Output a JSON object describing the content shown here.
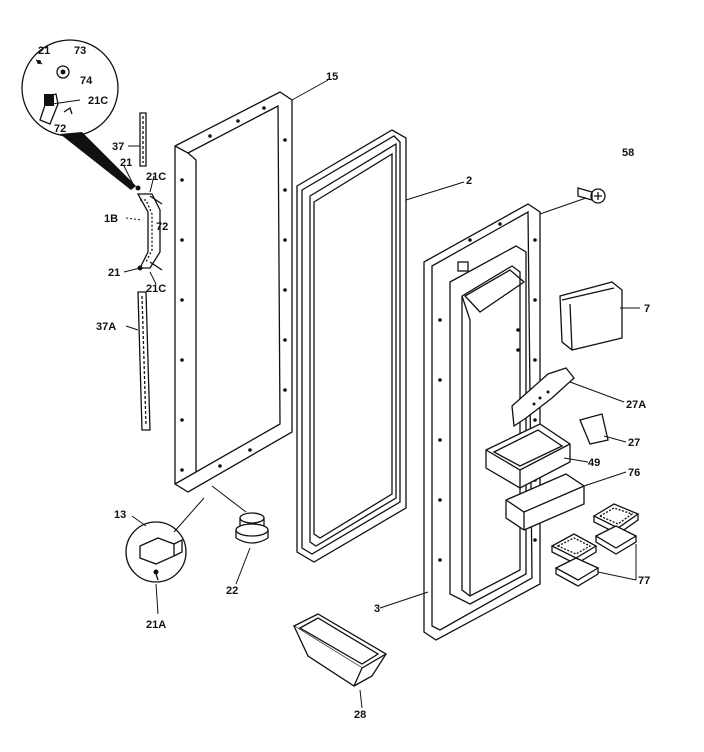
{
  "diagram": {
    "callouts": {
      "c21_top": "21",
      "c73": "73",
      "c74": "74",
      "c21c_top": "21C",
      "c72_top": "72",
      "c15": "15",
      "c37": "37",
      "c21_mid": "21",
      "c21c_mid": "21C",
      "c1b": "1B",
      "c72_mid": "72",
      "c21_low": "21",
      "c21c_low": "21C",
      "c37a": "37A",
      "c2": "2",
      "c58": "58",
      "c7": "7",
      "c27a": "27A",
      "c27": "27",
      "c49": "49",
      "c76": "76",
      "c77": "77",
      "c13": "13",
      "c21a": "21A",
      "c22": "22",
      "c3": "3",
      "c28": "28"
    }
  }
}
